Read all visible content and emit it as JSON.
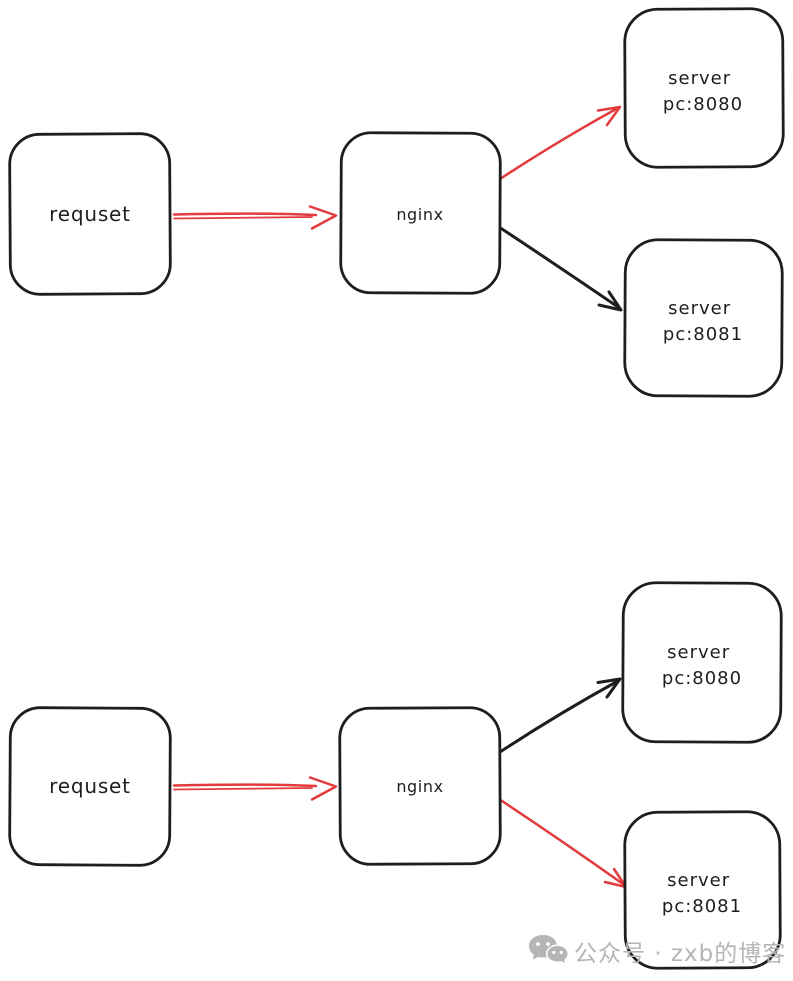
{
  "diagram": {
    "top": {
      "request_label": "requset",
      "nginx_label": "nginx",
      "server_top": {
        "line1": "server",
        "line2": "pc:8080"
      },
      "server_bottom": {
        "line1": "server",
        "line2": "pc:8081"
      },
      "edges": {
        "request_to_nginx": {
          "color": "#e33a3c"
        },
        "nginx_to_server_top": {
          "color": "#e33a3c"
        },
        "nginx_to_server_bottom": {
          "color": "#1e1e1e"
        }
      }
    },
    "bottom": {
      "request_label": "requset",
      "nginx_label": "nginx",
      "server_top": {
        "line1": "server",
        "line2": "pc:8080"
      },
      "server_bottom": {
        "line1": "server",
        "line2": "pc:8081"
      },
      "edges": {
        "request_to_nginx": {
          "color": "#e33a3c"
        },
        "nginx_to_server_top": {
          "color": "#1e1e1e"
        },
        "nginx_to_server_bottom": {
          "color": "#e33a3c"
        }
      }
    }
  },
  "colors": {
    "node_stroke": "#1e1e1e",
    "node_fill": "#ffffff",
    "label_text": "#1e1e1e",
    "arrow_red": "#e33a3c",
    "arrow_black": "#1e1e1e",
    "watermark": "#b5b5b5",
    "background": "#ffffff"
  },
  "watermark": {
    "icon": "wechat-icon",
    "text": "公众号 · zxb的博客"
  }
}
